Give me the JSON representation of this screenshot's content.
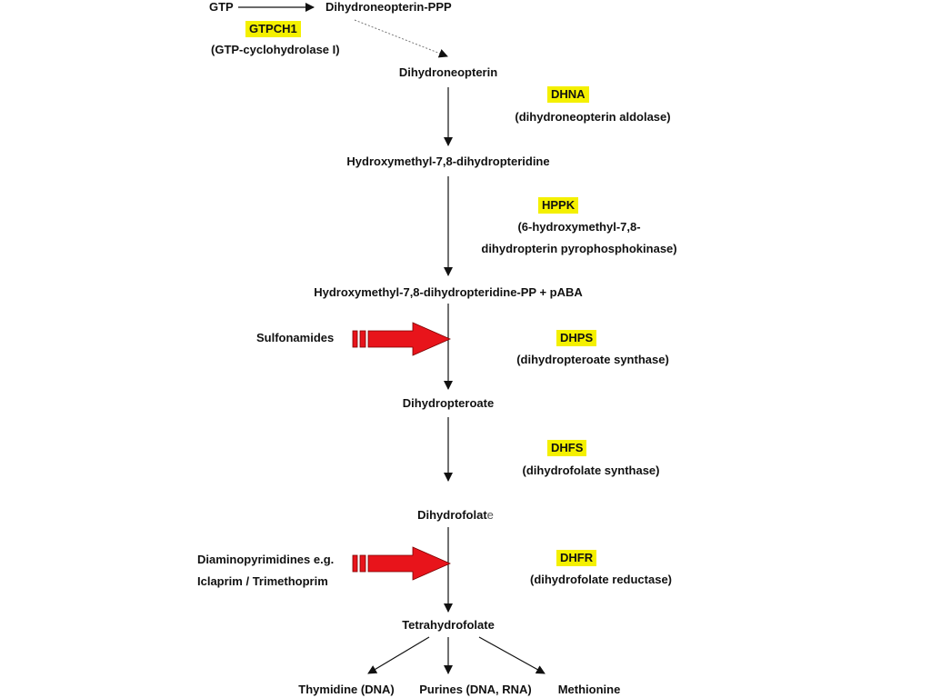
{
  "pathway": {
    "gtp": "GTP",
    "dihydroneopterin_ppp": "Dihydroneopterin-PPP",
    "dihydroneopterin": "Dihydroneopterin",
    "hydroxymethyl_dihydropteridine": "Hydroxymethyl-7,8-dihydropteridine",
    "hydroxymethyl_dihydropteridine_pp": "Hydroxymethyl-7,8-dihydropteridine-PP + pABA",
    "dihydropteroate": "Dihydropteroate",
    "dihydrofolate": "Dihydrofolat",
    "dihydrofolate_suffix": "e",
    "tetrahydrofolate": "Tetrahydrofolate",
    "products": [
      "Thymidine (DNA)",
      "Purines (DNA, RNA)",
      "Methionine"
    ]
  },
  "enzymes": {
    "gtpch1": {
      "abbr": "GTPCH1",
      "name": "(GTP-cyclohydrolase I)"
    },
    "dhna": {
      "abbr": "DHNA",
      "name": "(dihydroneopterin aldolase)"
    },
    "hppk": {
      "abbr": "HPPK",
      "name_line1": "(6-hydroxymethyl-7,8-",
      "name_line2": "dihydropterin pyrophosphokinase)"
    },
    "dhps": {
      "abbr": "DHPS",
      "name": "(dihydropteroate synthase)"
    },
    "dhfs": {
      "abbr": "DHFS",
      "name": "(dihydrofolate synthase)"
    },
    "dhfr": {
      "abbr": "DHFR",
      "name": "(dihydrofolate reductase)"
    }
  },
  "inhibitors": {
    "sulfonamides": "Sulfonamides",
    "diaminopyrimidines_line1": "Diaminopyrimidines e.g.",
    "diaminopyrimidines_line2": "Iclaprim / Trimethoprim"
  },
  "colors": {
    "highlight": "#f4f000",
    "inhibitor_arrow": "#e8141b",
    "inhibitor_arrow_outline": "#7a0000",
    "pathway_arrow": "#111111"
  }
}
